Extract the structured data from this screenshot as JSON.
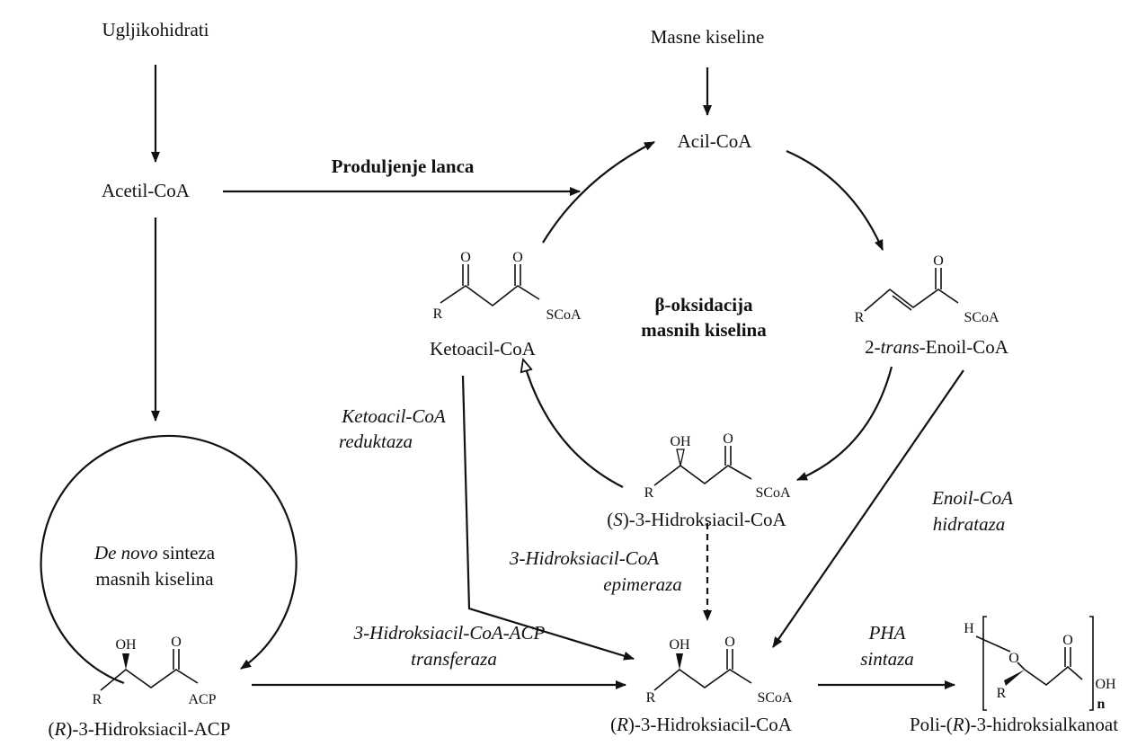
{
  "nodes": {
    "ugljikohidrati": "Ugljikohidrati",
    "masne_kiseline": "Masne kiseline",
    "acetil_coa": "Acetil-CoA",
    "acil_coa": "Acil-CoA",
    "ketoacil_coa": "Ketoacil-CoA",
    "enoil_pre": "2-",
    "enoil_trans": "trans",
    "enoil_post": "-Enoil-CoA",
    "s_pre": "(",
    "s_letter": "S",
    "s_post": ")-3-Hidroksiacil-CoA",
    "r_acp_pre": "(",
    "r_acp_letter": "R",
    "r_acp_post": ")-3-Hidroksiacil-ACP",
    "r_coa_pre": "(",
    "r_coa_letter": "R",
    "r_coa_post": ")-3-Hidroksiacil-CoA",
    "poly_pre": "Poli-(",
    "poly_letter": "R",
    "poly_post": ")-3-hidroksialkanoat"
  },
  "process_labels": {
    "chain_elongation": "Produljenje lanca",
    "beta_ox_line1": "β-oksidacija",
    "beta_ox_line2": "masnih kiselina",
    "de_novo_italic": "De novo",
    "de_novo_rest": " sinteza",
    "de_novo_line2": "masnih kiselina"
  },
  "enzymes": {
    "ketoacil_reductase_line1": "Ketoacil-CoA",
    "ketoacil_reductase_line2": "reduktaza",
    "epimerase_line1": "3-Hidroksiacil-CoA",
    "epimerase_line2": "epimeraza",
    "transferase_line1": "3-Hidroksiacil-CoA-ACP",
    "transferase_line2": "transferaza",
    "enoil_hydratase_line1": "Enoil-CoA",
    "enoil_hydratase_line2": "hidrataza",
    "pha_synthase_line1": "PHA",
    "pha_synthase_line2": "sintaza"
  },
  "structures": {
    "o": "O",
    "oh": "OH",
    "r": "R",
    "h": "H",
    "n": "n",
    "scoa": "SCoA",
    "acp": "ACP"
  }
}
